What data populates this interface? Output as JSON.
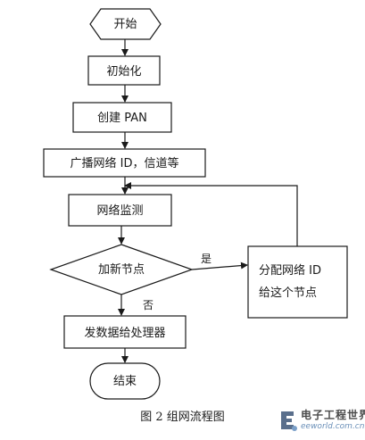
{
  "nodes": {
    "start": "开始",
    "init": "初始化",
    "create_pan": "创建 PAN",
    "broadcast": "广播网络 ID，信道等",
    "monitor": "网络监测",
    "decision": "加新节点",
    "assign_line1": "分配网络 ID",
    "assign_line2": "给这个节点",
    "send": "发数据给处理器",
    "end": "结束"
  },
  "edge_labels": {
    "yes": "是",
    "no": "否"
  },
  "caption": "图 2 组网流程图",
  "watermark": {
    "title": "电子工程世界",
    "site": "eeworld.com.cn"
  },
  "colors": {
    "stroke": "#1a1a1a",
    "background": "#ffffff"
  }
}
